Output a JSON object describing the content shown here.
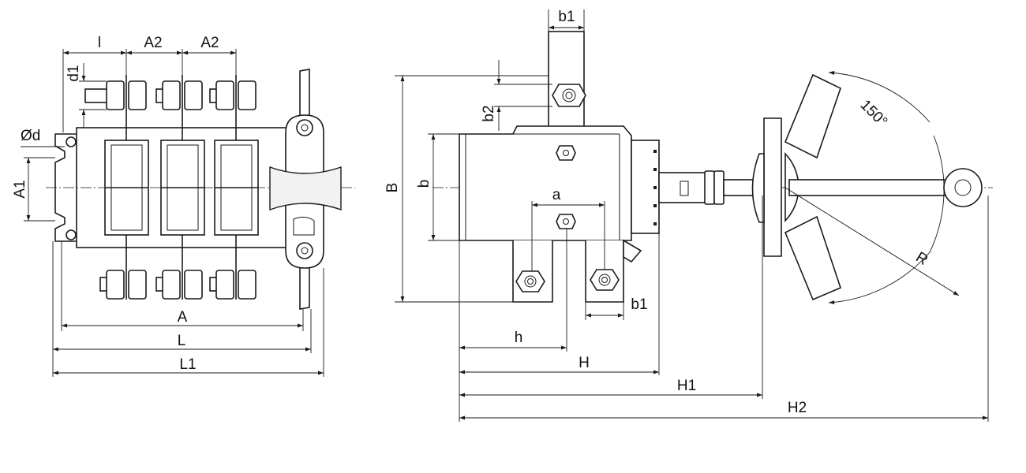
{
  "labels": {
    "l": "l",
    "a2_left": "A2",
    "a2_right": "A2",
    "d1": "d1",
    "od": "Ød",
    "a1": "A1",
    "A": "A",
    "L": "L",
    "L1": "L1",
    "b1_top": "b1",
    "b2": "b2",
    "B": "B",
    "b": "b",
    "a": "a",
    "b1_bottom": "b1",
    "h": "h",
    "H": "H",
    "H1": "H1",
    "H2": "H2",
    "angle": "150°",
    "R": "R"
  }
}
